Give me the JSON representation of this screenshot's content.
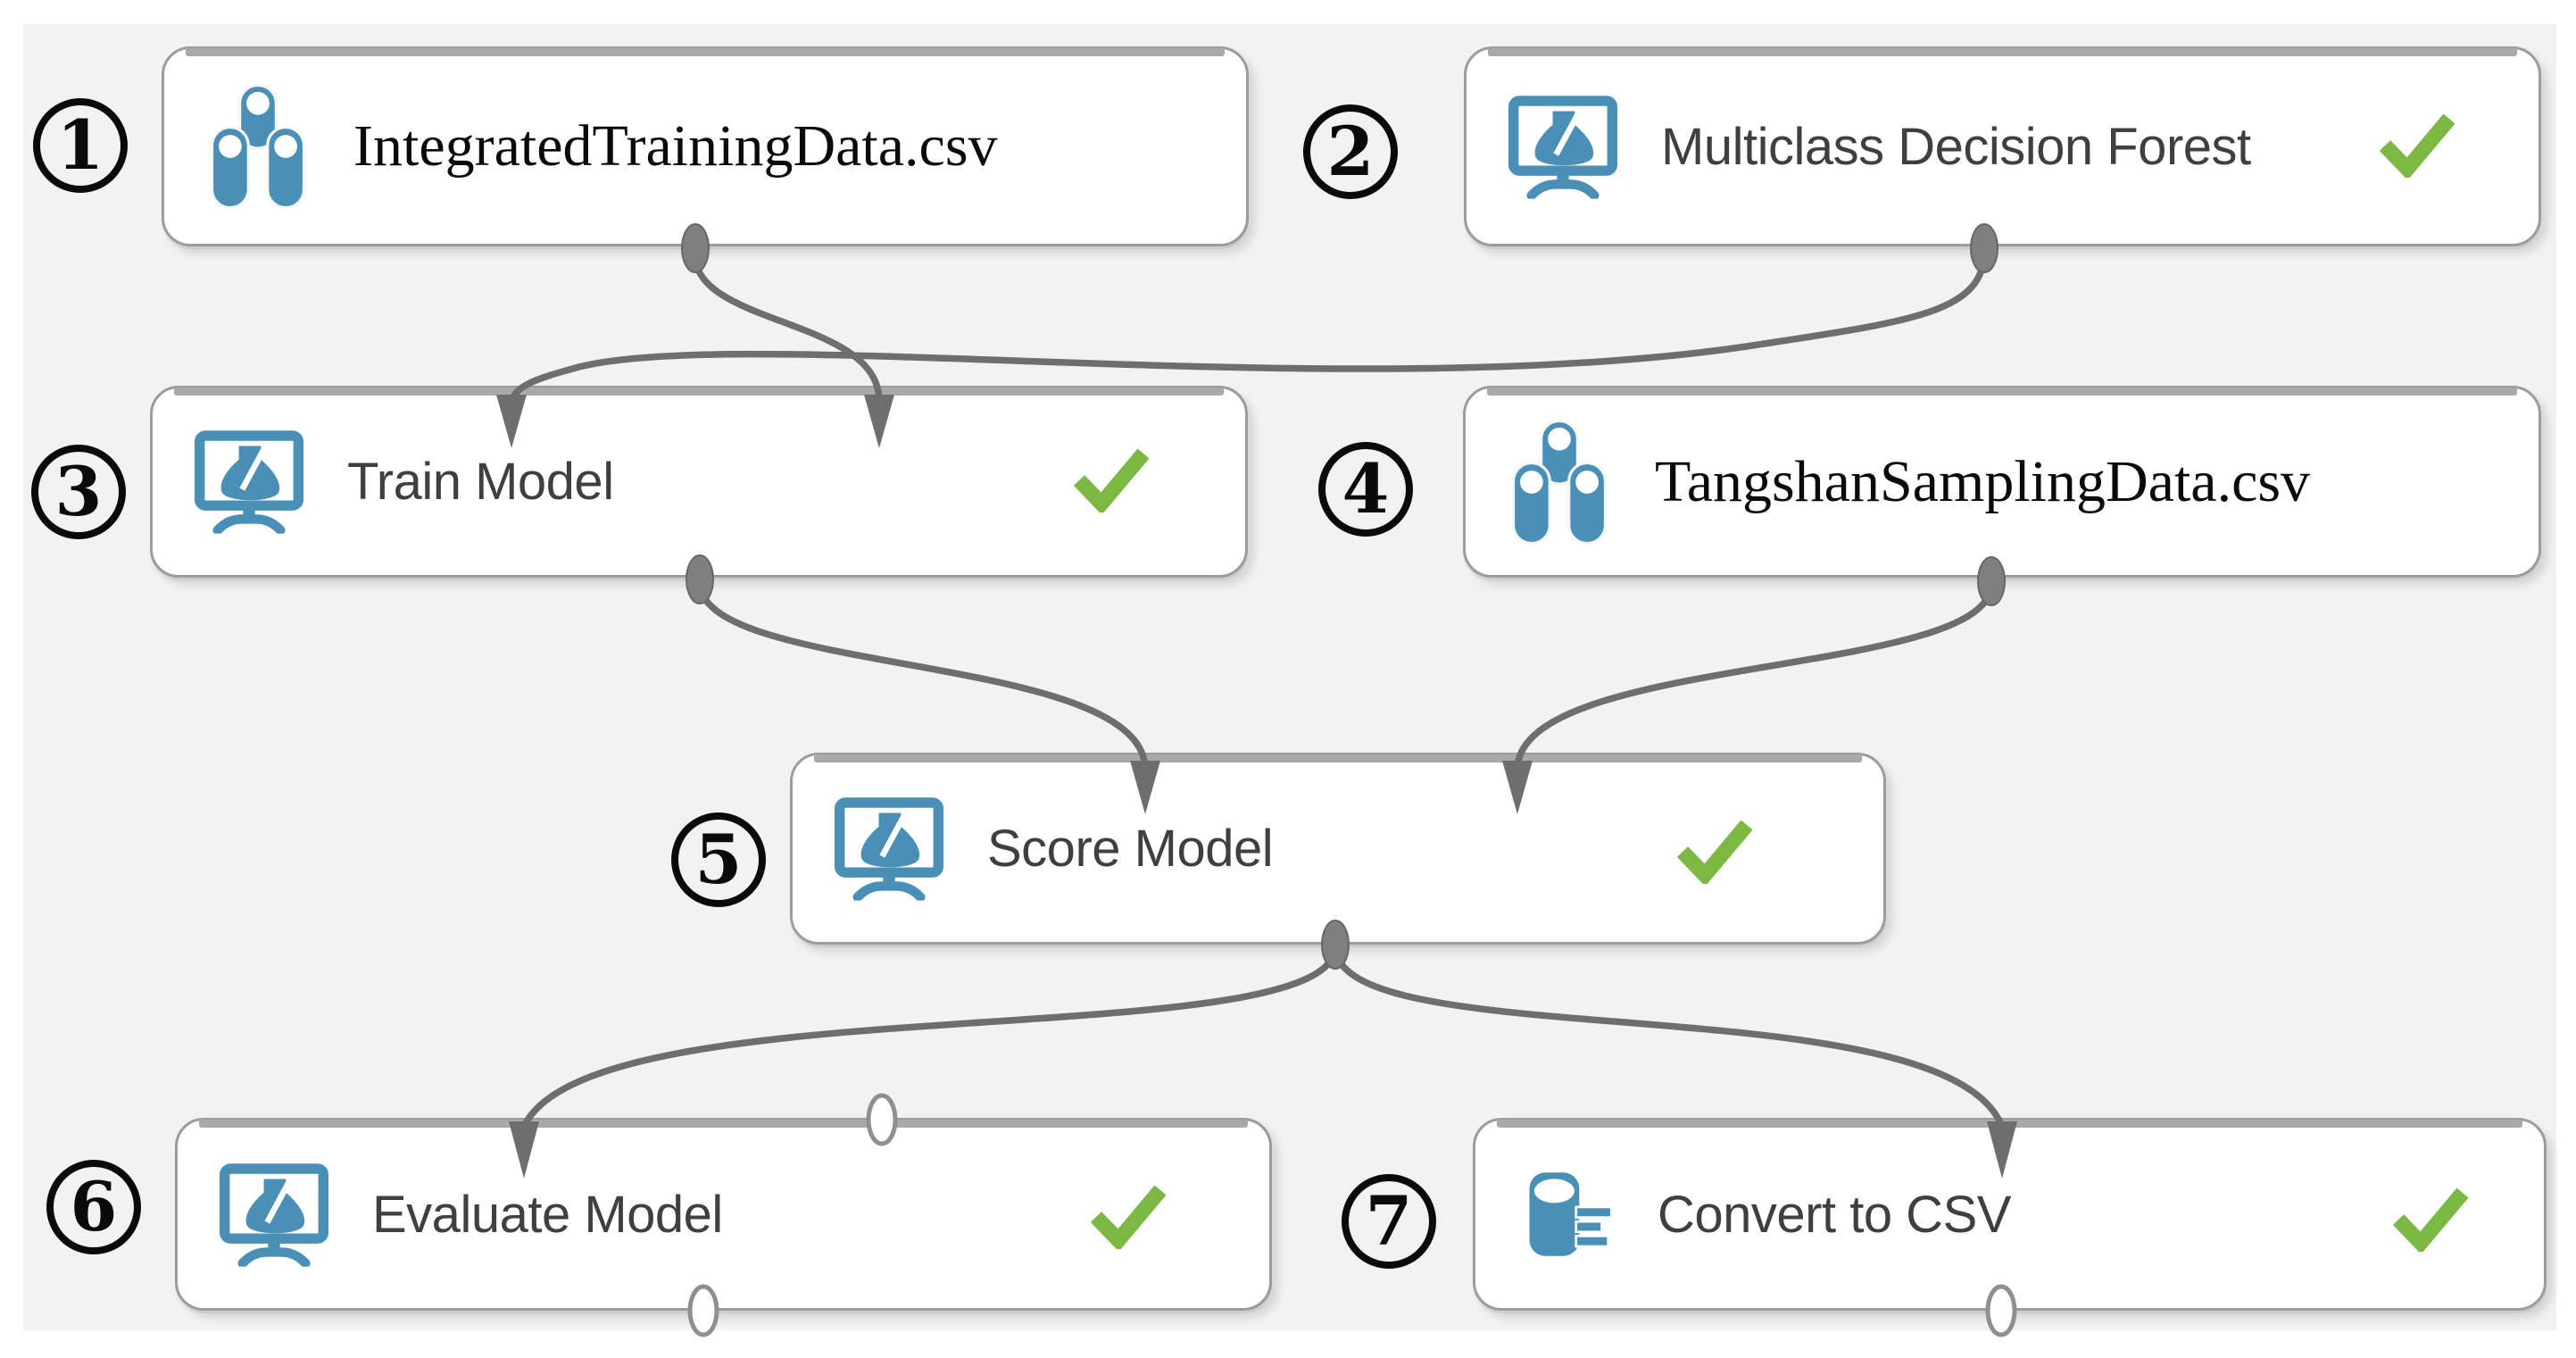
{
  "figure": {
    "description": "Machine-learning experiment pipeline graph with numbered steps",
    "step_count": "7"
  },
  "colors": {
    "module_blue": "#4a8fb5",
    "check_green": "#7cb944",
    "edge_gray": "#6e6e6e",
    "canvas_bg": "#f2f2f2",
    "box_border": "#9c9c9c",
    "box_topbar": "#a9a9a9",
    "label_dark": "#3f3f3f",
    "dataset_label": "#0a0a0a",
    "port_fill": "#7f7f7f",
    "annotation_black": "#0a0a0a"
  },
  "nodes": [
    {
      "number": "1",
      "label": "IntegratedTrainingData.csv",
      "icon": "dataset-icon",
      "completed": false
    },
    {
      "number": "2",
      "label": "Multiclass Decision Forest",
      "icon": "ml-module-icon",
      "completed": true
    },
    {
      "number": "3",
      "label": "Train Model",
      "icon": "ml-module-icon",
      "completed": true
    },
    {
      "number": "4",
      "label": "TangshanSamplingData.csv",
      "icon": "dataset-icon",
      "completed": false
    },
    {
      "number": "5",
      "label": "Score Model",
      "icon": "ml-module-icon",
      "completed": true
    },
    {
      "number": "6",
      "label": "Evaluate Model",
      "icon": "ml-module-icon",
      "completed": true
    },
    {
      "number": "7",
      "label": "Convert to CSV",
      "icon": "convert-to-csv-icon",
      "completed": true
    }
  ],
  "edges": [
    {
      "from": "Multiclass Decision Forest",
      "to": "Train Model",
      "to_port": "left-input"
    },
    {
      "from": "IntegratedTrainingData.csv",
      "to": "Train Model",
      "to_port": "right-input"
    },
    {
      "from": "Train Model",
      "to": "Score Model",
      "to_port": "left-input"
    },
    {
      "from": "TangshanSamplingData.csv",
      "to": "Score Model",
      "to_port": "right-input"
    },
    {
      "from": "Score Model",
      "to": "Evaluate Model",
      "to_port": "left-input"
    },
    {
      "from": "Score Model",
      "to": "Convert to CSV",
      "to_port": "input"
    }
  ]
}
